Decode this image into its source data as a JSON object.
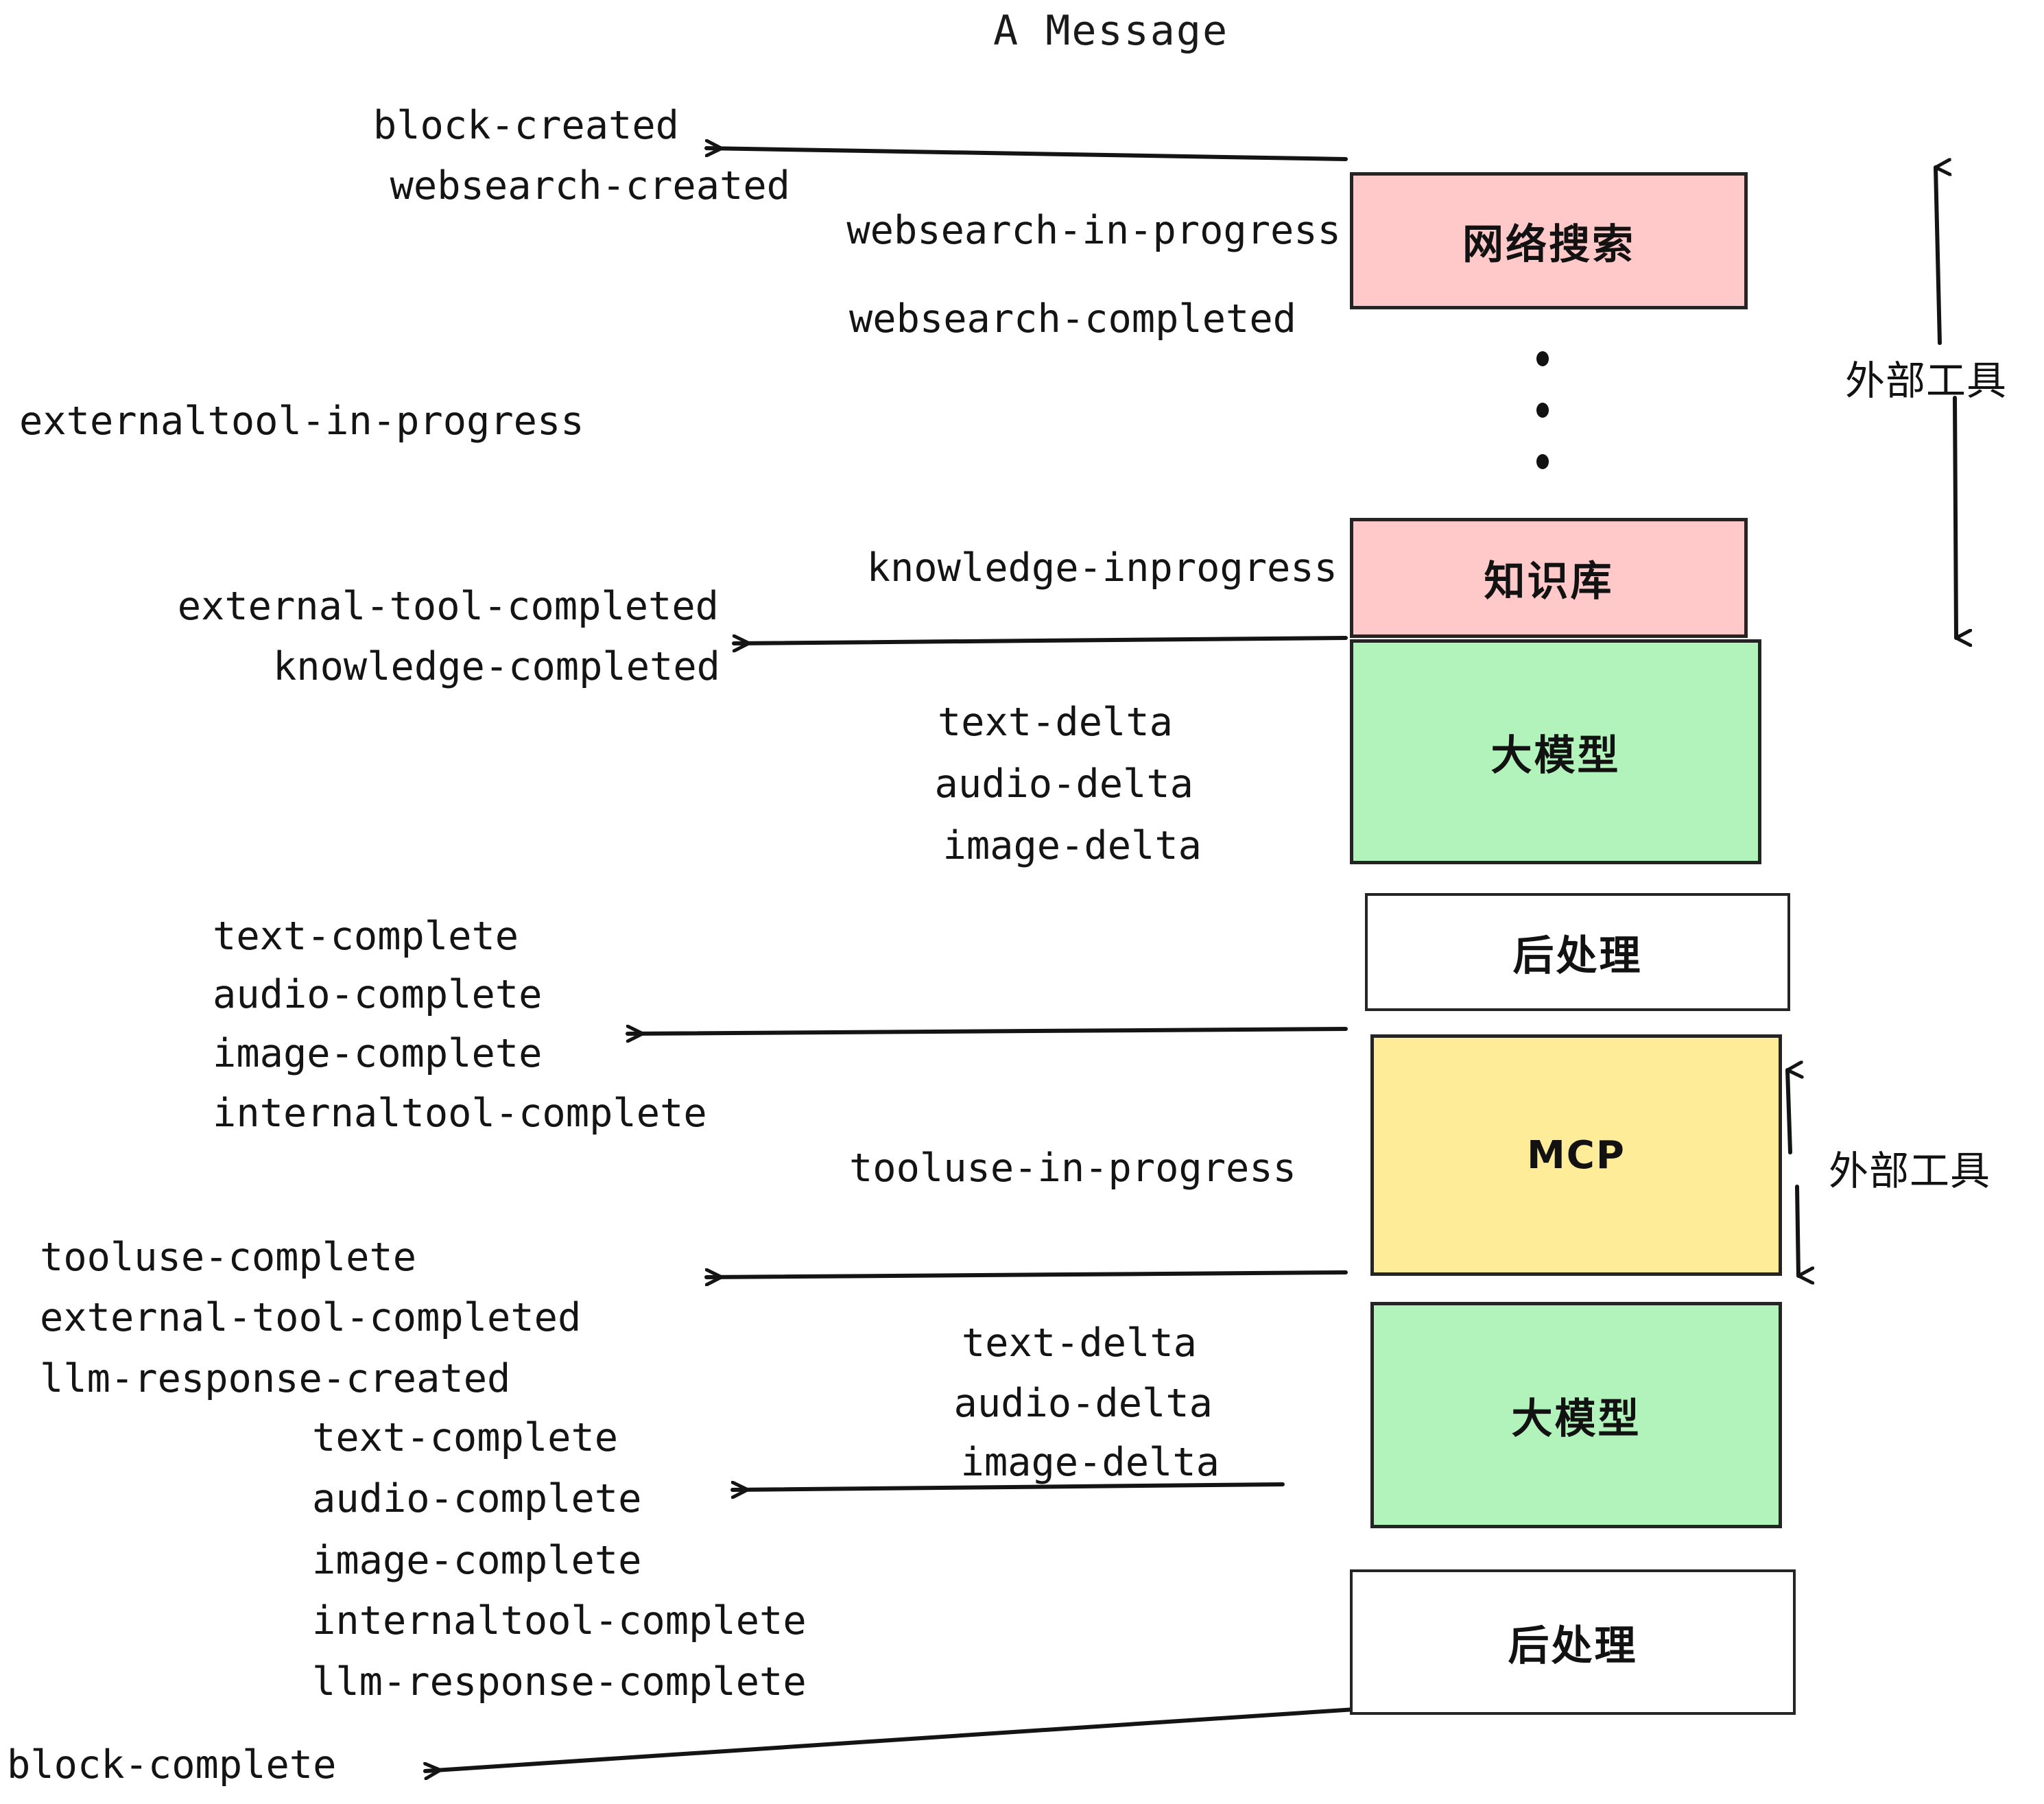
{
  "title": "A Message",
  "boxes": [
    {
      "id": "web-search",
      "label": "网络搜索",
      "color": "#FFC9C9"
    },
    {
      "id": "knowledge-base",
      "label": "知识库",
      "color": "#FFC9C9"
    },
    {
      "id": "llm-top",
      "label": "大模型",
      "color": "#B2F2BB"
    },
    {
      "id": "postprocess-top",
      "label": "后处理",
      "color": "#FFFFFF"
    },
    {
      "id": "mcp",
      "label": "MCP",
      "color": "#FFEC99"
    },
    {
      "id": "llm-bottom",
      "label": "大模型",
      "color": "#B2F2BB"
    },
    {
      "id": "postprocess-bottom",
      "label": "后处理",
      "color": "#FFFFFF"
    }
  ],
  "side_labels": [
    {
      "id": "external-tools-top",
      "label": "外部工具"
    },
    {
      "id": "external-tools-bottom",
      "label": "外部工具"
    }
  ],
  "events": [
    {
      "id": "block-created",
      "text": "block-created"
    },
    {
      "id": "websearch-created",
      "text": "websearch-created"
    },
    {
      "id": "websearch-in-progress",
      "text": "websearch-in-progress"
    },
    {
      "id": "websearch-completed",
      "text": "websearch-completed"
    },
    {
      "id": "externaltool-in-progress",
      "text": "externaltool-in-progress"
    },
    {
      "id": "knowledge-inprogress",
      "text": "knowledge-inprogress"
    },
    {
      "id": "external-tool-completed-1",
      "text": "external-tool-completed"
    },
    {
      "id": "knowledge-completed",
      "text": "knowledge-completed"
    },
    {
      "id": "text-delta-1",
      "text": "text-delta"
    },
    {
      "id": "audio-delta-1",
      "text": "audio-delta"
    },
    {
      "id": "image-delta-1",
      "text": "image-delta"
    },
    {
      "id": "text-complete-1",
      "text": "text-complete"
    },
    {
      "id": "audio-complete-1",
      "text": "audio-complete"
    },
    {
      "id": "image-complete-1",
      "text": "image-complete"
    },
    {
      "id": "internaltool-complete-1",
      "text": "internaltool-complete"
    },
    {
      "id": "tooluse-in-progress",
      "text": "tooluse-in-progress"
    },
    {
      "id": "tooluse-complete",
      "text": "tooluse-complete"
    },
    {
      "id": "external-tool-completed-2",
      "text": "external-tool-completed"
    },
    {
      "id": "llm-response-created",
      "text": "llm-response-created"
    },
    {
      "id": "text-delta-2",
      "text": "text-delta"
    },
    {
      "id": "audio-delta-2",
      "text": "audio-delta"
    },
    {
      "id": "image-delta-2",
      "text": "image-delta"
    },
    {
      "id": "text-complete-2",
      "text": "text-complete"
    },
    {
      "id": "audio-complete-2",
      "text": "audio-complete"
    },
    {
      "id": "image-complete-2",
      "text": "image-complete"
    },
    {
      "id": "internaltool-complete-2",
      "text": "internaltool-complete"
    },
    {
      "id": "llm-response-complete",
      "text": "llm-response-complete"
    },
    {
      "id": "block-complete",
      "text": "block-complete"
    }
  ],
  "colors": {
    "pink": "#FFC9C9",
    "green": "#B2F2BB",
    "yellow": "#FFEC99",
    "white": "#FFFFFF",
    "stroke": "#242424",
    "text": "#141414",
    "background": "#FFFFFF"
  }
}
